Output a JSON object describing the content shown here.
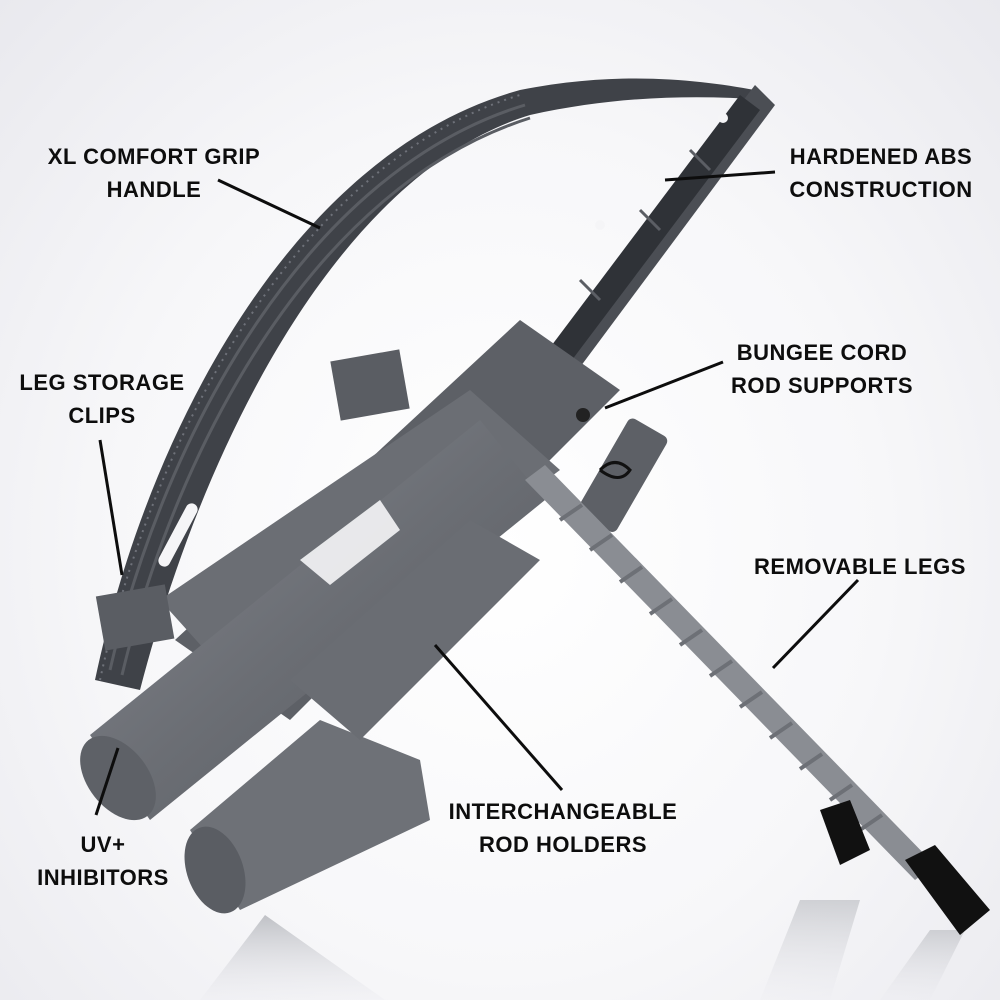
{
  "product": {
    "name": "Rod holder stand with handle",
    "colors": {
      "body": "#6b6e74",
      "body_dark": "#4b4e54",
      "handle": "#3f4248",
      "foot_cap": "#111111",
      "background": "#f7f7f9",
      "label_text": "#0d0d0d"
    }
  },
  "callouts": [
    {
      "id": "handle",
      "lines": [
        "XL COMFORT GRIP",
        "HANDLE"
      ]
    },
    {
      "id": "abs",
      "lines": [
        "HARDENED ABS",
        "CONSTRUCTION"
      ]
    },
    {
      "id": "clips",
      "lines": [
        "LEG STORAGE",
        "CLIPS"
      ]
    },
    {
      "id": "bungee",
      "lines": [
        "BUNGEE CORD",
        "ROD SUPPORTS"
      ]
    },
    {
      "id": "legs",
      "lines": [
        "REMOVABLE LEGS"
      ]
    },
    {
      "id": "holders",
      "lines": [
        "INTERCHANGEABLE",
        "ROD HOLDERS"
      ]
    },
    {
      "id": "uv",
      "lines": [
        "UV+",
        "INHIBITORS"
      ]
    }
  ]
}
